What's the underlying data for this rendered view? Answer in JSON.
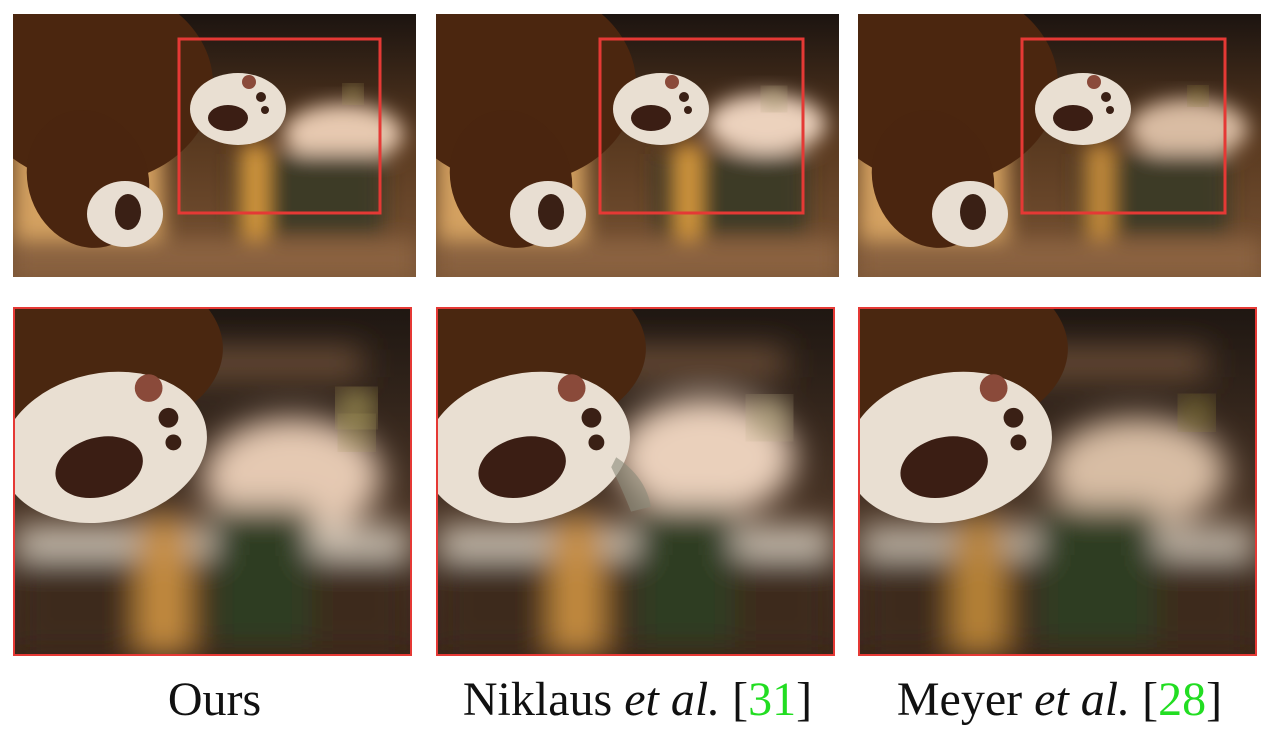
{
  "captions": [
    {
      "method": "Ours",
      "etal": "",
      "cite_open": "",
      "cite": "",
      "cite_close": ""
    },
    {
      "method": "Niklaus ",
      "etal": "et al.",
      "cite_open": " [",
      "cite": "31",
      "cite_close": "]"
    },
    {
      "method": "Meyer ",
      "etal": "et al.",
      "cite_open": " [",
      "cite": "28",
      "cite_close": "]"
    }
  ],
  "colors": {
    "inset_box": "#e53935",
    "citation": "#22dd22",
    "fur": "#5a2f14",
    "paw_pad": "#efe6da",
    "background_dark": "#231711",
    "background_warm": "#caa26a"
  }
}
